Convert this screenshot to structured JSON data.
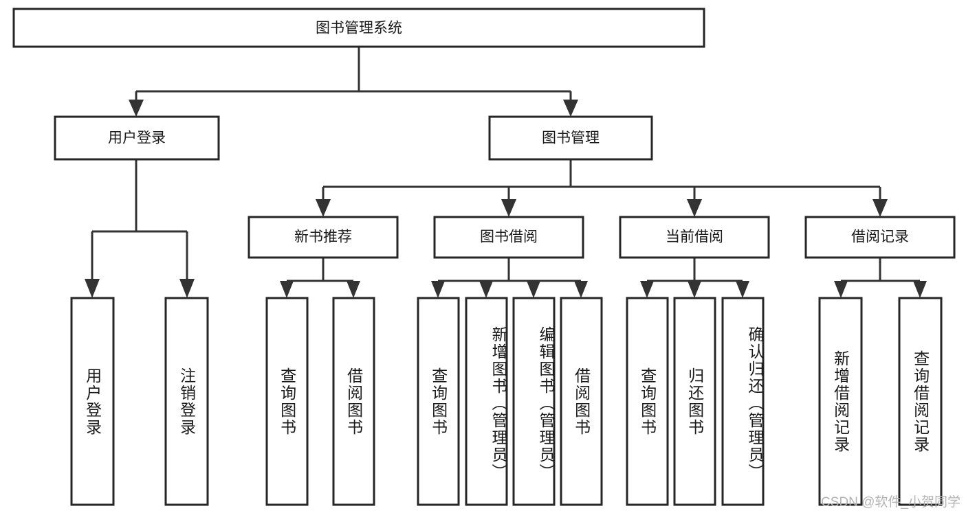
{
  "chart_data": {
    "type": "diagram",
    "diagram_kind": "hierarchy-tree",
    "title": "图书管理系统",
    "orientation": "top-down",
    "levels": 4,
    "colors": {
      "box_fill": "#ffffff",
      "box_stroke": "#262626",
      "connector": "#333333",
      "text": "#1a1a1a",
      "watermark": "#b3b3b3"
    },
    "nodes": [
      {
        "id": "root",
        "label": "图书管理系统",
        "level": 0,
        "parent": null
      },
      {
        "id": "login",
        "label": "用户登录",
        "level": 1,
        "parent": "root"
      },
      {
        "id": "bookmgmt",
        "label": "图书管理",
        "level": 1,
        "parent": "root"
      },
      {
        "id": "login-user",
        "label": "用户登录",
        "level": 2,
        "parent": "login"
      },
      {
        "id": "login-logout",
        "label": "注销登录",
        "level": 2,
        "parent": "login"
      },
      {
        "id": "newbook",
        "label": "新书推荐",
        "level": 2,
        "parent": "bookmgmt"
      },
      {
        "id": "borrow",
        "label": "图书借阅",
        "level": 2,
        "parent": "bookmgmt"
      },
      {
        "id": "current",
        "label": "当前借阅",
        "level": 2,
        "parent": "bookmgmt"
      },
      {
        "id": "records",
        "label": "借阅记录",
        "level": 2,
        "parent": "bookmgmt"
      },
      {
        "id": "newbook-query",
        "label": "查询图书",
        "level": 3,
        "parent": "newbook"
      },
      {
        "id": "newbook-borrow",
        "label": "借阅图书",
        "level": 3,
        "parent": "newbook"
      },
      {
        "id": "borrow-query",
        "label": "查询图书",
        "level": 3,
        "parent": "borrow"
      },
      {
        "id": "borrow-add",
        "label": "新增图书（管理员）",
        "level": 3,
        "parent": "borrow"
      },
      {
        "id": "borrow-edit",
        "label": "编辑图书（管理员）",
        "level": 3,
        "parent": "borrow"
      },
      {
        "id": "borrow-lend",
        "label": "借阅图书",
        "level": 3,
        "parent": "borrow"
      },
      {
        "id": "current-query",
        "label": "查询图书",
        "level": 3,
        "parent": "current"
      },
      {
        "id": "current-return",
        "label": "归还图书",
        "level": 3,
        "parent": "current"
      },
      {
        "id": "current-confirm",
        "label": "确认归还（管理员）",
        "level": 3,
        "parent": "current"
      },
      {
        "id": "records-add",
        "label": "新增借阅记录",
        "level": 3,
        "parent": "records"
      },
      {
        "id": "records-query",
        "label": "查询借阅记录",
        "level": 3,
        "parent": "records"
      }
    ]
  },
  "diagram": {
    "root": {
      "label": "图书管理系统"
    },
    "level1": {
      "login": {
        "label": "用户登录"
      },
      "bookmgmt": {
        "label": "图书管理"
      }
    },
    "level2": {
      "login_user": {
        "label": "用户登录"
      },
      "login_logout": {
        "label": "注销登录"
      },
      "newbook": {
        "label": "新书推荐"
      },
      "borrow": {
        "label": "图书借阅"
      },
      "current": {
        "label": "当前借阅"
      },
      "records": {
        "label": "借阅记录"
      }
    },
    "level3": {
      "newbook_query": {
        "label": "查询图书"
      },
      "newbook_borrow": {
        "label": "借阅图书"
      },
      "borrow_query": {
        "label": "查询图书"
      },
      "borrow_add": {
        "label": "新增图书（管理员）"
      },
      "borrow_edit": {
        "label": "编辑图书（管理员）"
      },
      "borrow_lend": {
        "label": "借阅图书"
      },
      "current_query": {
        "label": "查询图书"
      },
      "current_return": {
        "label": "归还图书"
      },
      "current_confirm": {
        "label": "确认归还（管理员）"
      },
      "records_add": {
        "label": "新增借阅记录"
      },
      "records_query": {
        "label": "查询借阅记录"
      }
    }
  },
  "watermark": {
    "text": "CSDN @软件_小贺同学"
  }
}
